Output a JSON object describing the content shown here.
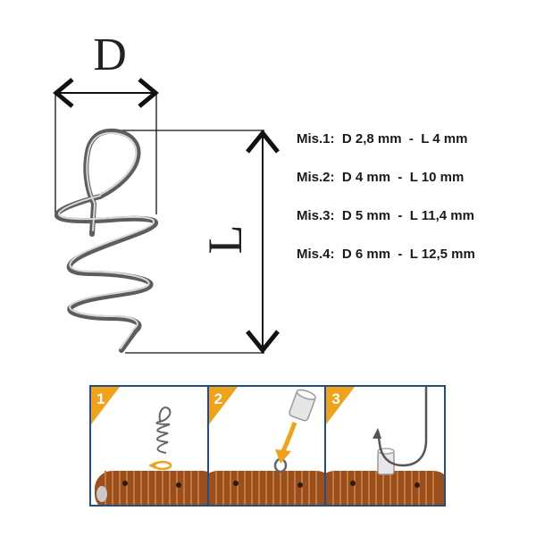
{
  "dimensions": {
    "diameter_label": "D",
    "length_label": "L"
  },
  "sizes": [
    {
      "label": "Mis.1:",
      "value": "D 2,8 mm  -  L 4 mm"
    },
    {
      "label": "Mis.2:",
      "value": "D 4 mm  -  L 10 mm"
    },
    {
      "label": "Mis.3:",
      "value": "D 5 mm  -  L 11,4 mm"
    },
    {
      "label": "Mis.4:",
      "value": "D 6 mm  -  L 12,5 mm"
    }
  ],
  "steps": [
    {
      "number": "1",
      "icon": "screw-into-bait"
    },
    {
      "number": "2",
      "icon": "insert-tube"
    },
    {
      "number": "3",
      "icon": "attach-hook"
    }
  ],
  "colors": {
    "accent_orange": "#f0a21a",
    "frame_blue": "#1f4f86",
    "bait_brown": "#9a4f1c",
    "wire_gray": "#7b7b7b"
  }
}
